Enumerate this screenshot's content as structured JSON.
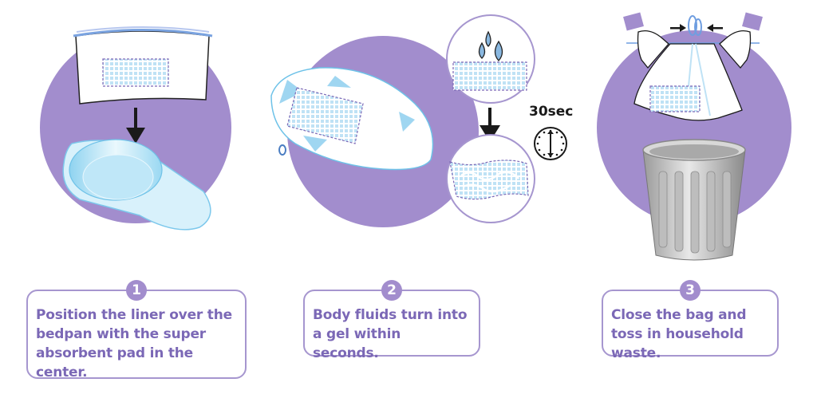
{
  "colors": {
    "accent_purple": "#a28dcd",
    "text_purple": "#7b68b6",
    "box_border": "#a696cf",
    "liner_blue": "#bfe6f7",
    "arrow": "#1a1a1a"
  },
  "steps": [
    {
      "number": "1",
      "text": "Position the liner over the bedpan with the super absorbent pad in the center."
    },
    {
      "number": "2",
      "text": "Body fluids turn into a gel within seconds."
    },
    {
      "number": "3",
      "text": "Close the bag and toss in household waste."
    }
  ],
  "timer": {
    "label": "30sec"
  },
  "icons": {
    "step1": [
      "liner-with-pad-icon",
      "down-arrow-icon",
      "bedpan-icon"
    ],
    "step2": [
      "liner-on-bedpan-icon",
      "water-drops-icon",
      "gel-pad-icon",
      "clock-icon"
    ],
    "step3": [
      "hands-tying-bag-icon",
      "trash-can-icon"
    ]
  }
}
